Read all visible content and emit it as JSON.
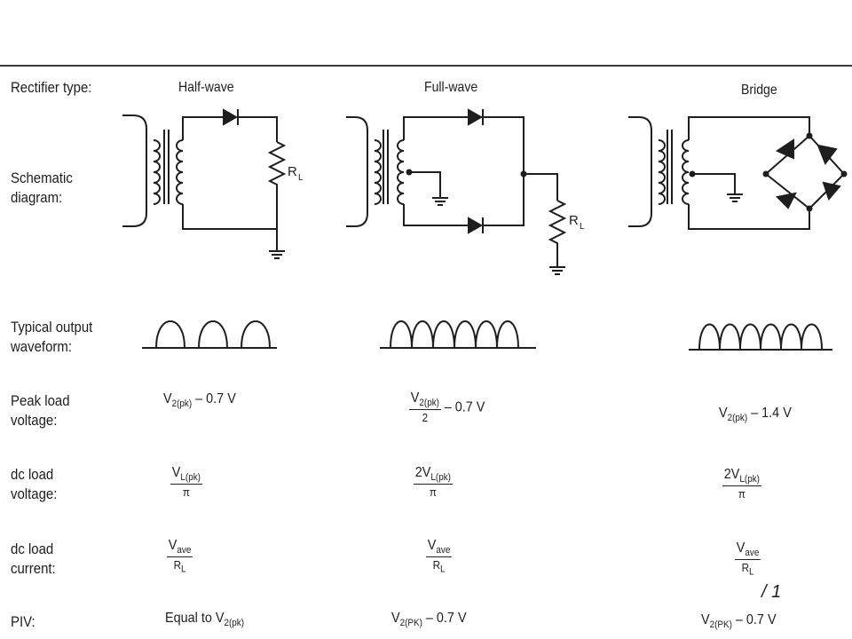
{
  "row_labels": {
    "rectifier_type": "Rectifier type:",
    "schematic": [
      "Schematic",
      "diagram:"
    ],
    "waveform": [
      "Typical output",
      "waveform:"
    ],
    "peak": [
      "Peak load",
      "voltage:"
    ],
    "dc_voltage": [
      "dc load",
      "voltage:"
    ],
    "dc_current": [
      "dc load",
      "current:"
    ],
    "piv": "PIV:"
  },
  "columns": {
    "half": {
      "type": "Half-wave",
      "resistor": "R",
      "resistor_sub": "L",
      "peak": {
        "pre": "V",
        "sub": "2(pk)",
        "post": " – 0.7 V"
      },
      "dc_voltage": {
        "num": "V",
        "num_sub": "L(pk)",
        "den": "π"
      },
      "dc_current": {
        "num": "V",
        "num_sub": "ave",
        "den": "R",
        "den_sub": "L"
      },
      "piv": {
        "pre": "Equal to V",
        "sub": "2(pk)"
      }
    },
    "full": {
      "type": "Full-wave",
      "resistor": "R",
      "resistor_sub": "L",
      "peak": {
        "num": "V",
        "num_sub": "2(pk)",
        "den": "2",
        "post": " – 0.7 V"
      },
      "dc_voltage": {
        "num": "2V",
        "num_sub": "L(pk)",
        "den": "π"
      },
      "dc_current": {
        "num": "V",
        "num_sub": "ave",
        "den": "R",
        "den_sub": "L"
      },
      "piv": {
        "pre": "V",
        "sub": "2(PK)",
        "post": " – 0.7 V"
      }
    },
    "bridge": {
      "type": "Bridge",
      "peak": {
        "pre": "V",
        "sub": "2(pk)",
        "post": " – 1.4 V"
      },
      "dc_voltage": {
        "num": "2V",
        "num_sub": "L(pk)",
        "den": "π"
      },
      "dc_current": {
        "num": "V",
        "num_sub": "ave",
        "den": "R",
        "den_sub": "L"
      },
      "piv": {
        "pre": "V",
        "sub": "2(PK)",
        "post": " – 0.7 V"
      }
    }
  },
  "stray_mark": "/ 1"
}
